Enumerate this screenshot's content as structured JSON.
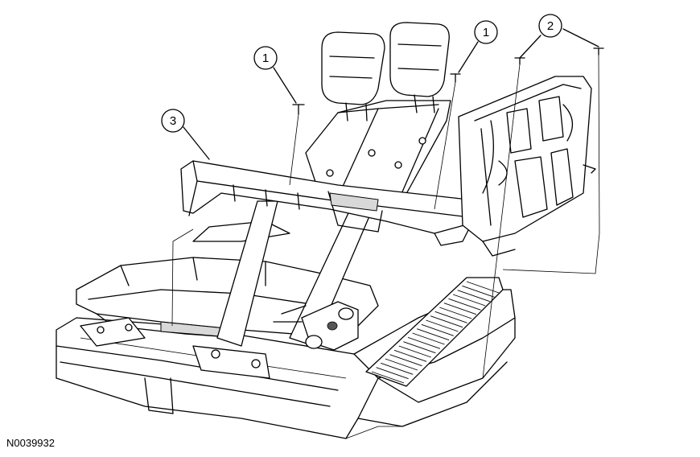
{
  "figure_id": "N0039932",
  "callouts": [
    {
      "id": "callout-1a",
      "label": "1"
    },
    {
      "id": "callout-1b",
      "label": "1"
    },
    {
      "id": "callout-2",
      "label": "2"
    },
    {
      "id": "callout-3",
      "label": "3"
    }
  ],
  "colors": {
    "line": "#000000",
    "background": "#ffffff",
    "shade": "#d8d8d8"
  }
}
